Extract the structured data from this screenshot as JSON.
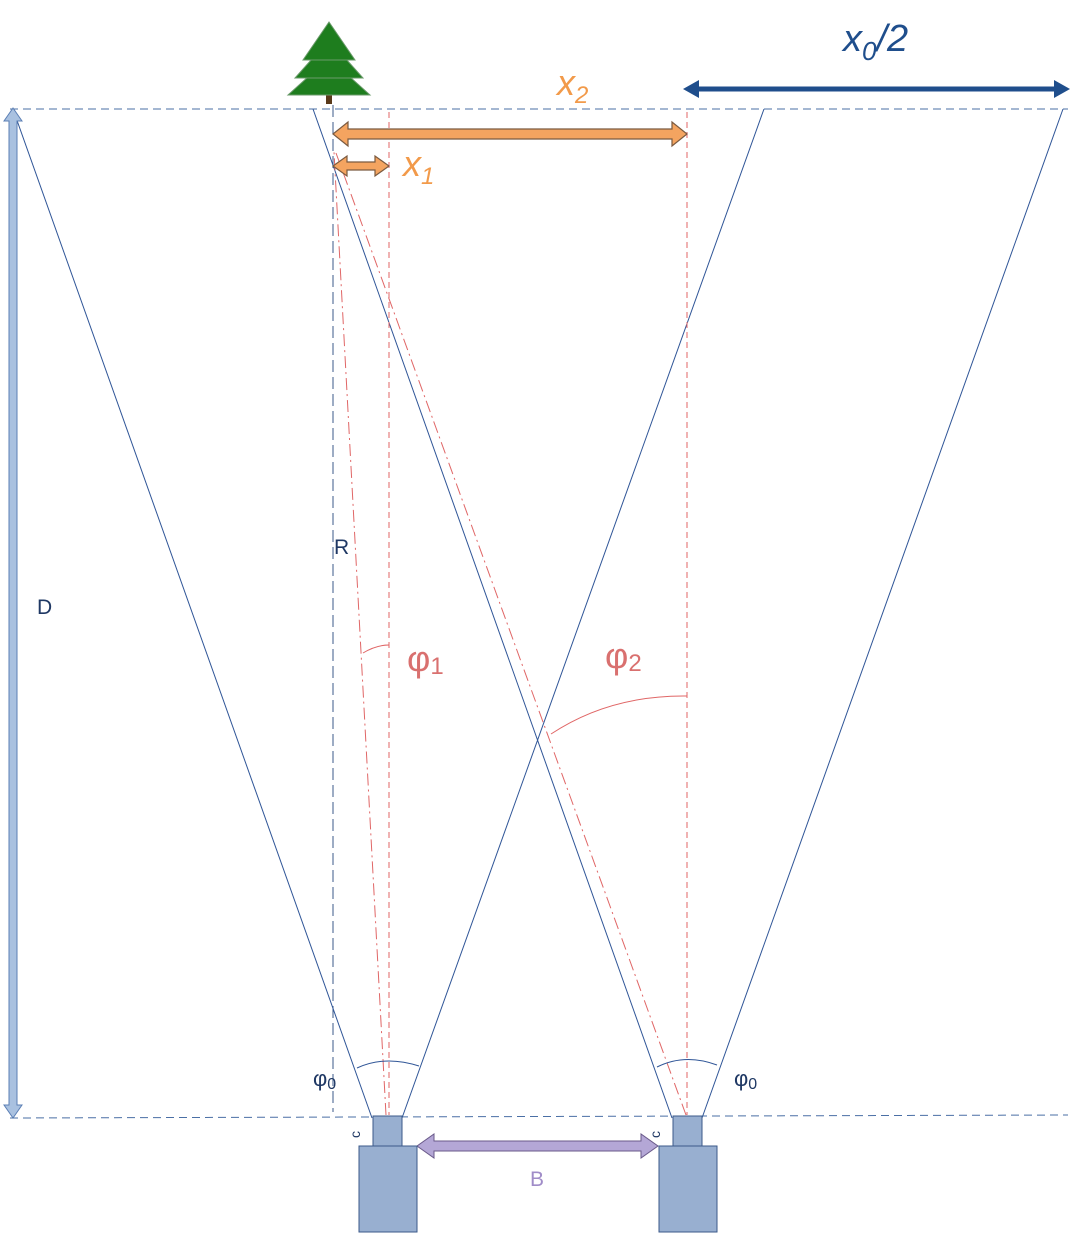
{
  "labels": {
    "x0_half": {
      "main": "x",
      "sub": "0",
      "tail": "/2"
    },
    "x2": {
      "main": "x",
      "sub": "2"
    },
    "x1": {
      "main": "x",
      "sub": "1"
    },
    "R": "R",
    "D": "D",
    "phi1": {
      "main": "φ",
      "sub": "1"
    },
    "phi2": {
      "main": "φ",
      "sub": "2"
    },
    "phi0_left": {
      "main": "φ",
      "sub": "0"
    },
    "phi0_right": {
      "main": "φ",
      "sub": "0"
    },
    "c_left": "c",
    "c_right": "c",
    "B": "B"
  },
  "colors": {
    "navy": "#2f5597",
    "dark_blue": "#1f4e8c",
    "orange": "#f4a460",
    "orange_text": "#f29a4a",
    "red": "#e06666",
    "red_text": "#d9706f",
    "purple": "#b4a7d6",
    "purple_text": "#a08cc8",
    "camera_fill": "#98afd0",
    "camera_stroke": "#3b5a8a",
    "tree_green": "#1e7d1e",
    "d_arrow_fill": "#a9c1e0"
  },
  "icons": {
    "tree": "pine-tree-icon",
    "camera_left": "camera-icon",
    "camera_right": "camera-icon"
  }
}
